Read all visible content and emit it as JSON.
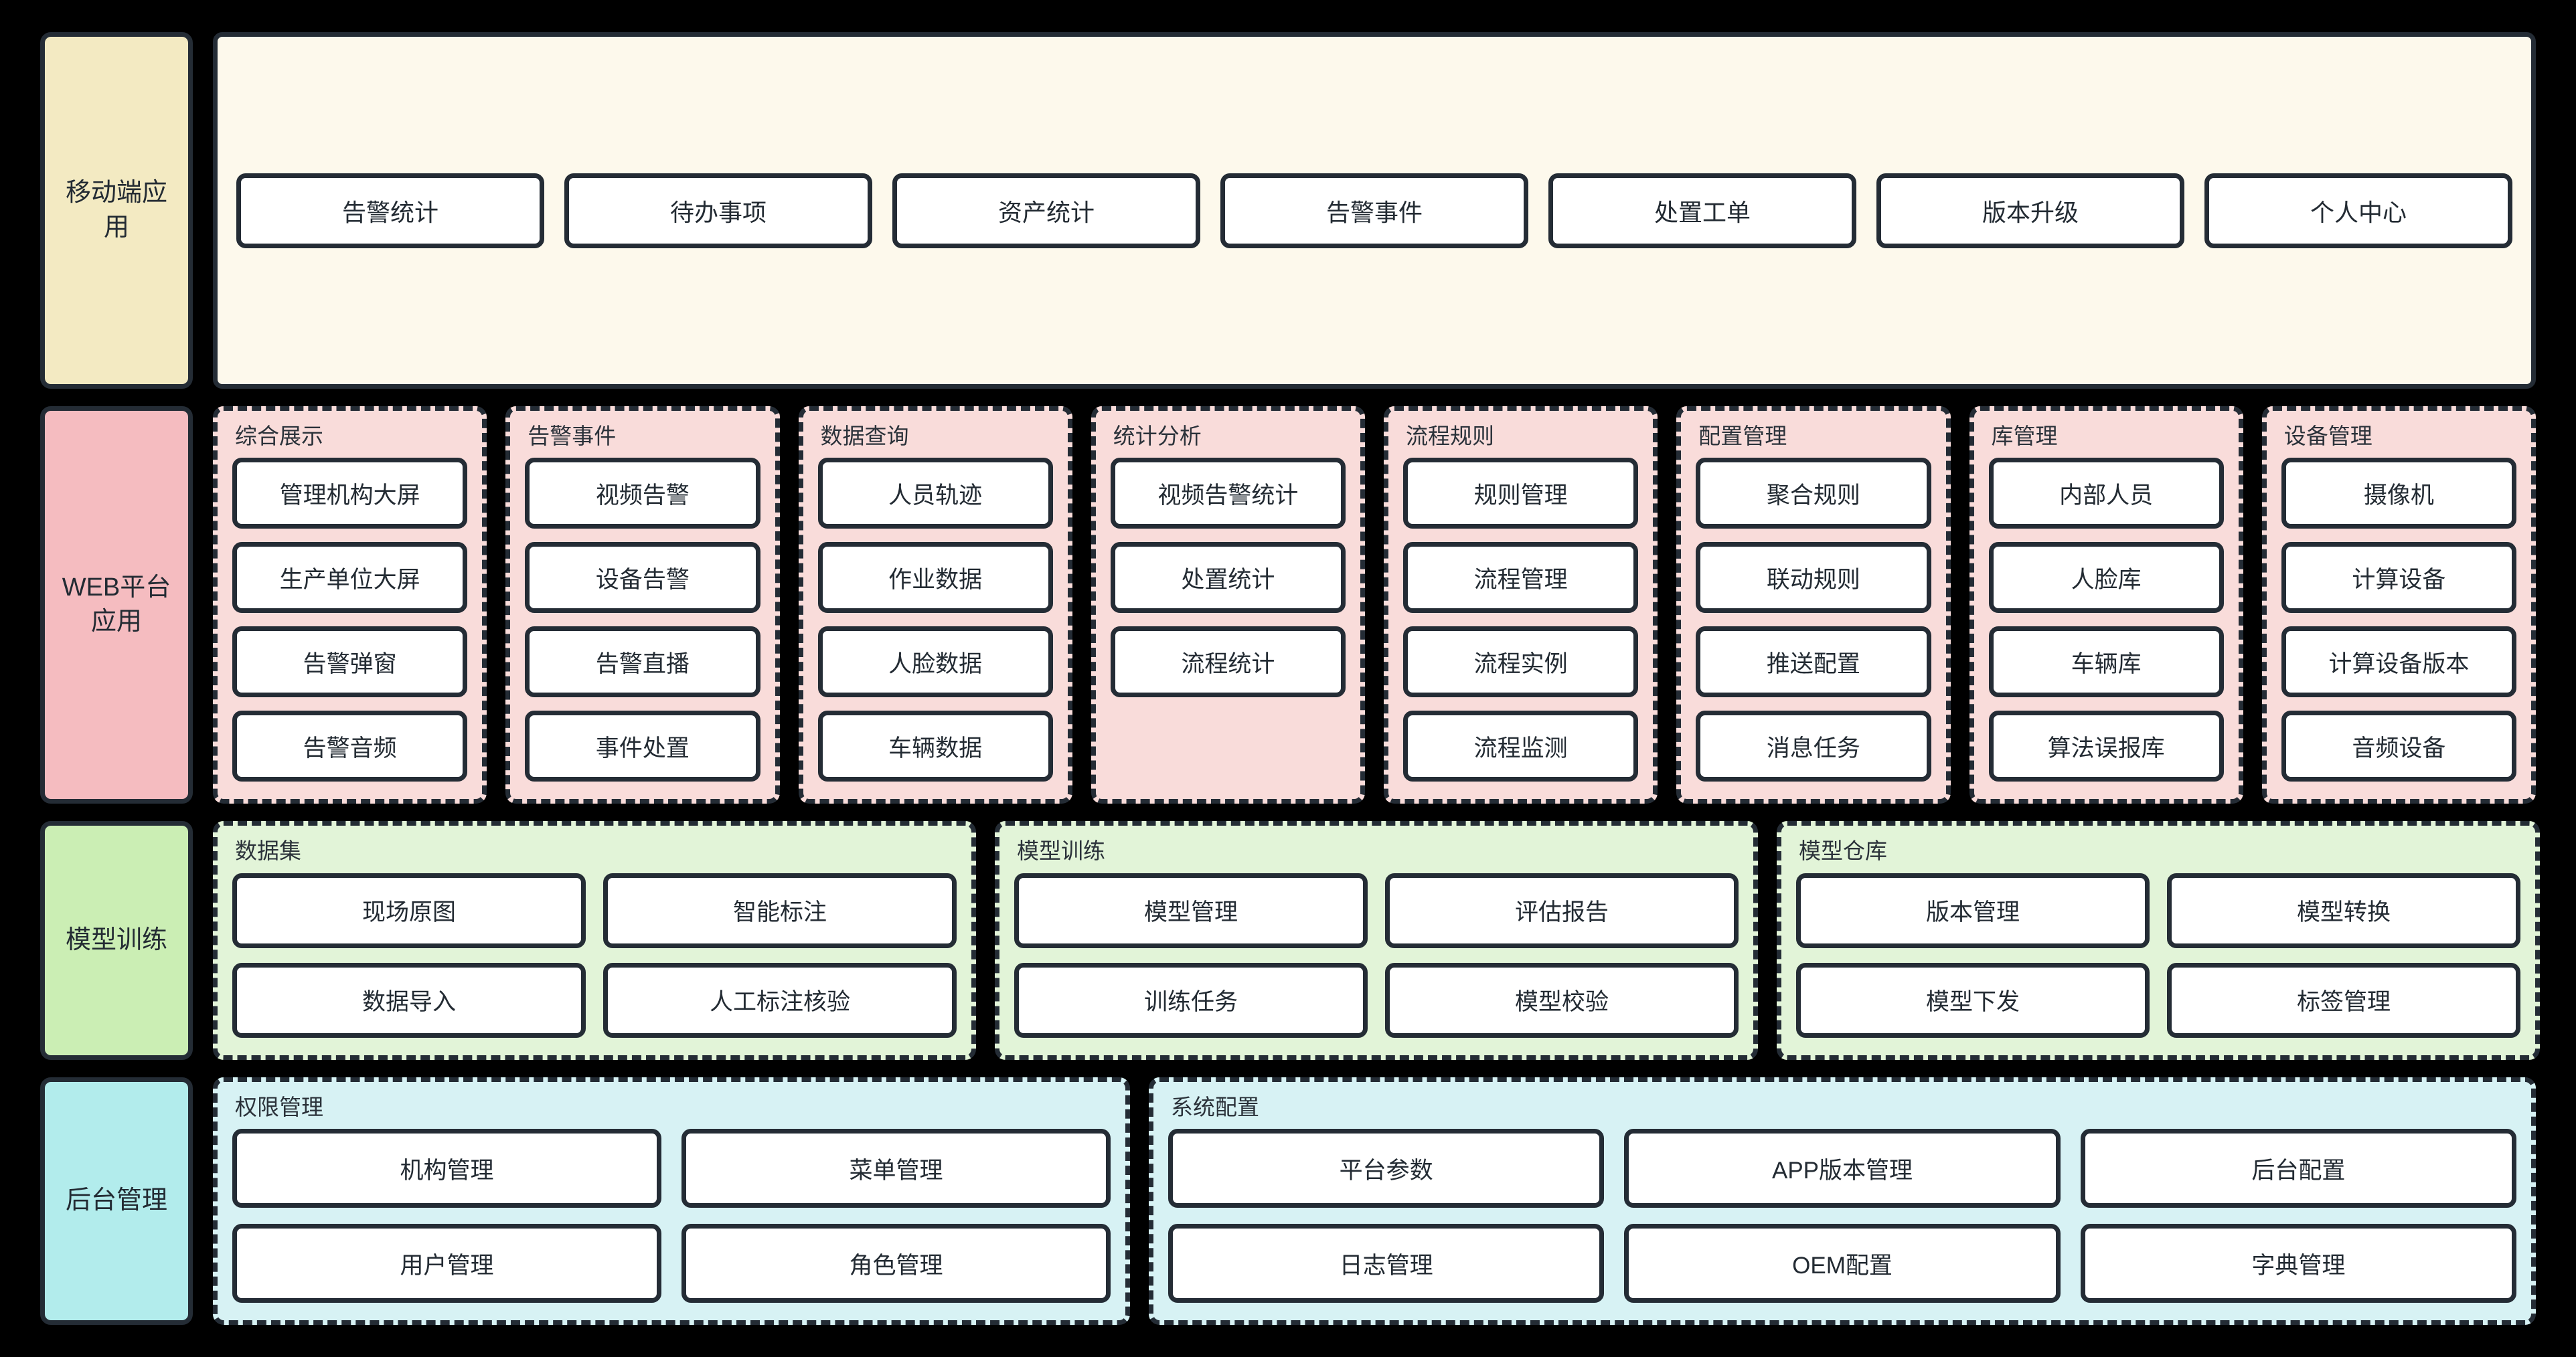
{
  "bands": [
    {
      "key": "mobile",
      "side_label": "移动端应用",
      "items": [
        "告警统计",
        "待办事项",
        "资产统计",
        "告警事件",
        "处置工单",
        "版本升级",
        "个人中心"
      ]
    },
    {
      "key": "web",
      "side_label": "WEB平台应用",
      "groups": [
        {
          "title": "综合展示",
          "items": [
            "管理机构大屏",
            "生产单位大屏",
            "告警弹窗",
            "告警音频"
          ]
        },
        {
          "title": "告警事件",
          "items": [
            "视频告警",
            "设备告警",
            "告警直播",
            "事件处置"
          ]
        },
        {
          "title": "数据查询",
          "items": [
            "人员轨迹",
            "作业数据",
            "人脸数据",
            "车辆数据"
          ]
        },
        {
          "title": "统计分析",
          "items": [
            "视频告警统计",
            "处置统计",
            "流程统计"
          ]
        },
        {
          "title": "流程规则",
          "items": [
            "规则管理",
            "流程管理",
            "流程实例",
            "流程监测"
          ]
        },
        {
          "title": "配置管理",
          "items": [
            "聚合规则",
            "联动规则",
            "推送配置",
            "消息任务"
          ]
        },
        {
          "title": "库管理",
          "items": [
            "内部人员",
            "人脸库",
            "车辆库",
            "算法误报库"
          ]
        },
        {
          "title": "设备管理",
          "items": [
            "摄像机",
            "计算设备",
            "计算设备版本",
            "音频设备"
          ]
        }
      ]
    },
    {
      "key": "model",
      "side_label": "模型训练",
      "groups": [
        {
          "title": "数据集",
          "items": [
            "现场原图",
            "智能标注",
            "数据导入",
            "人工标注核验"
          ]
        },
        {
          "title": "模型训练",
          "items": [
            "模型管理",
            "评估报告",
            "训练任务",
            "模型校验"
          ]
        },
        {
          "title": "模型仓库",
          "items": [
            "版本管理",
            "模型转换",
            "模型下发",
            "标签管理"
          ]
        }
      ]
    },
    {
      "key": "admin",
      "side_label": "后台管理",
      "groups": [
        {
          "title": "权限管理",
          "items": [
            "机构管理",
            "菜单管理",
            "用户管理",
            "角色管理"
          ]
        },
        {
          "title": "系统配置",
          "items": [
            "平台参数",
            "APP版本管理",
            "后台配置",
            "日志管理",
            "OEM配置",
            "字典管理"
          ]
        }
      ]
    }
  ],
  "colors": {
    "background": "#000000",
    "stroke": "#242c35",
    "mobile_side": "#f3eac2",
    "mobile_strip": "#fdf9ec",
    "web_side": "#f5bcc0",
    "web_group": "#f9dcda",
    "model_side": "#cbeeb4",
    "model_group": "#e2f4d8",
    "admin_side": "#b2ecec",
    "admin_group": "#d7f2f4",
    "tile_fill": "#ffffff"
  }
}
